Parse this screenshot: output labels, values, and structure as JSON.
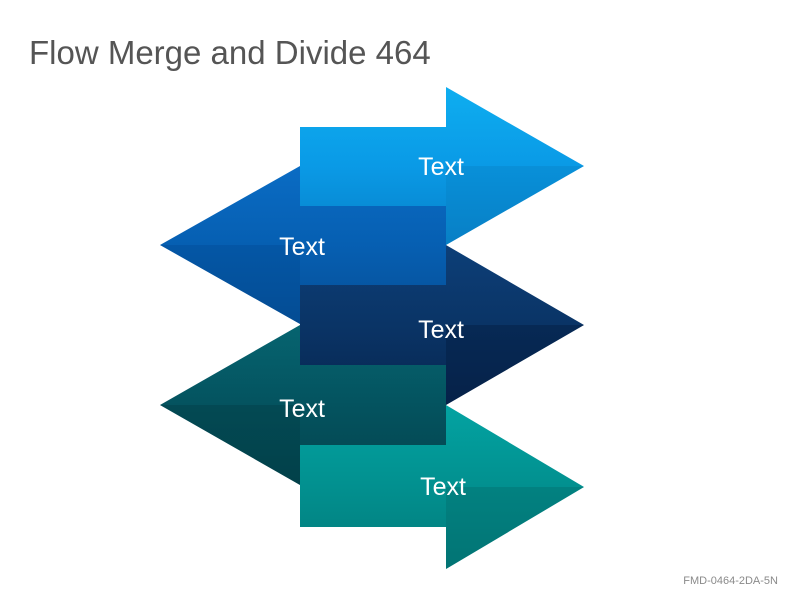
{
  "title": "Flow Merge and Divide 464",
  "code": "FMD-0464-2DA-5N",
  "arrows": [
    {
      "label": "Text",
      "direction": "right",
      "color": "#0a9ae6"
    },
    {
      "label": "Text",
      "direction": "left",
      "color": "#065fb2"
    },
    {
      "label": "Text",
      "direction": "right",
      "color": "#0a3466"
    },
    {
      "label": "Text",
      "direction": "left",
      "color": "#04535f"
    },
    {
      "label": "Text",
      "direction": "right",
      "color": "#02908f"
    }
  ]
}
